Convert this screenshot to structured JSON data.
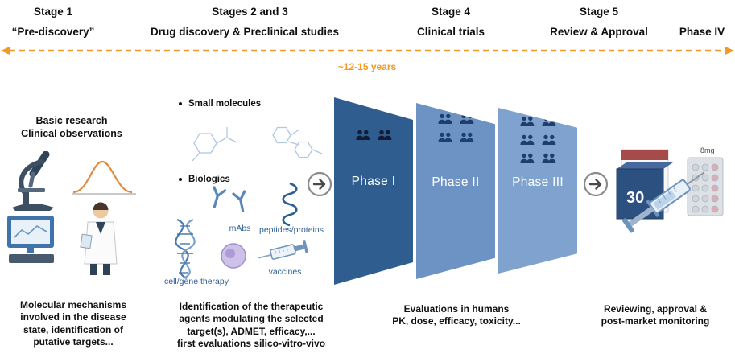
{
  "title": "Drug discovery and development stages diagram",
  "colors": {
    "timeline_orange": "#EF9B28",
    "phase1_blue": "#2F5D90",
    "phase2_blue": "#6C93C3",
    "phase3_blue": "#7FA3CE",
    "bio_label_blue": "#2E5F94"
  },
  "header": {
    "stages": [
      {
        "title": "Stage 1",
        "subtitle": "“Pre-discovery”"
      },
      {
        "title": "Stages 2 and 3",
        "subtitle": "Drug discovery & Preclinical studies"
      },
      {
        "title": "Stage 4",
        "subtitle": "Clinical trials"
      },
      {
        "title": "Stage 5",
        "subtitle": "Review & Approval"
      }
    ],
    "phase_iv_label": "Phase IV",
    "timeline_label": "~12-15 years"
  },
  "discovery": {
    "heading": "Basic research\nClinical observations",
    "bottom_text": "Molecular mechanisms\ninvolved in the disease\nstate, identification of\nputative targets..."
  },
  "preclinical": {
    "bullet1": "Small molecules",
    "bullet2": "Biologics",
    "labels": {
      "mabs": "mAbs",
      "peptides": "peptides/proteins",
      "cell_gene": "cell/gene therapy",
      "vaccines": "vaccines"
    },
    "bottom_text": "Identification of the therapeutic\nagents modulating the selected\ntarget(s), ADMET, efficacy,...\nfirst evaluations silico-vitro-vivo"
  },
  "clinical": {
    "phases": [
      {
        "label": "Phase I",
        "people_rows": [
          2
        ]
      },
      {
        "label": "Phase II",
        "people_rows": [
          2,
          2
        ]
      },
      {
        "label": "Phase III",
        "people_rows": [
          2,
          2,
          2
        ]
      }
    ],
    "bottom_text": "Evaluations in humans\nPK, dose, efficacy, toxicity..."
  },
  "approval": {
    "package_count": "30",
    "dose_label": "8mg",
    "bottom_text": "Reviewing, approval &\npost-market monitoring"
  },
  "icons": {
    "timeline": "double-headed-dashed-arrow",
    "left_cluster": [
      "microscope",
      "bell-curve",
      "computer",
      "scientist"
    ],
    "middle_cluster": [
      "molecule-structures",
      "antibody-y-shapes",
      "protein-helix",
      "dna-helix",
      "cell",
      "syringe"
    ],
    "transitions": [
      "circle-arrow",
      "circle-arrow"
    ],
    "right_cluster": [
      "drug-package",
      "blister-pack",
      "syringe"
    ]
  }
}
